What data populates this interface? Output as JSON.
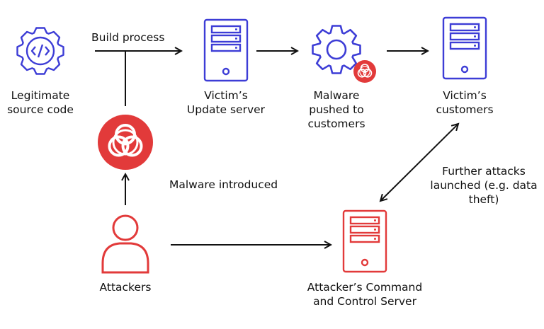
{
  "colors": {
    "blue": "#3d3dd6",
    "red": "#e23a3a",
    "arrow": "#111111",
    "text": "#111111"
  },
  "nodes": {
    "source_code": {
      "icon": "code-gear-icon",
      "label": [
        "Legitimate",
        "source code"
      ]
    },
    "update_server": {
      "icon": "server-icon",
      "label": [
        "Victim’s",
        "Update server"
      ]
    },
    "malware_gear": {
      "icon": "gear-biohazard-icon",
      "label": [
        "Malware",
        "pushed to",
        "customers"
      ]
    },
    "customers_server": {
      "icon": "server-icon",
      "label": [
        "Victim’s",
        "customers"
      ]
    },
    "biohazard": {
      "icon": "biohazard-icon"
    },
    "attackers": {
      "icon": "person-icon",
      "label": [
        "Attackers"
      ]
    },
    "c2_server": {
      "icon": "server-icon",
      "label": [
        "Attacker’s Command",
        "and Control Server"
      ]
    }
  },
  "edge_labels": {
    "build_process": "Build process",
    "malware_introduced": "Malware introduced",
    "further_attacks": [
      "Further attacks",
      "launched (e.g. data",
      "theft)"
    ]
  }
}
